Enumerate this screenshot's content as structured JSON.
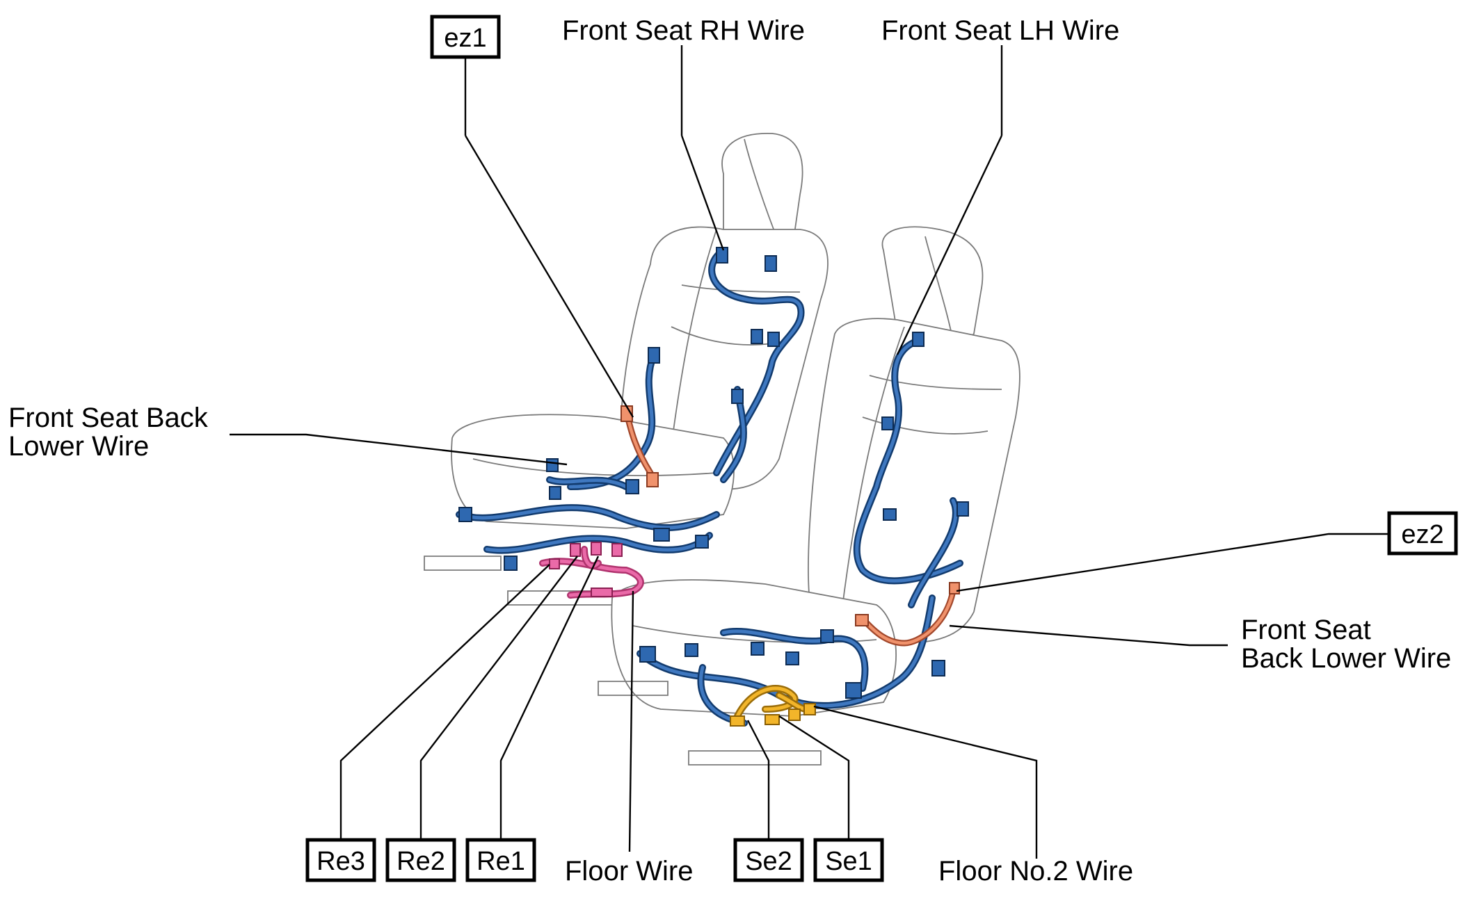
{
  "labels": {
    "front_seat_rh_wire": "Front Seat RH Wire",
    "front_seat_lh_wire": "Front Seat LH Wire",
    "front_seat_back_lower_wire_left": [
      "Front Seat Back",
      "Lower Wire"
    ],
    "front_seat_back_lower_wire_right": [
      "Front Seat",
      "Back Lower Wire"
    ],
    "floor_wire": "Floor Wire",
    "floor_no2_wire": "Floor No.2 Wire"
  },
  "connectors": {
    "ez1": "ez1",
    "ez2": "ez2",
    "re1": "Re1",
    "re2": "Re2",
    "re3": "Re3",
    "se1": "Se1",
    "se2": "Se2"
  },
  "colors": {
    "wire_harness": "#2e68b0",
    "floor_wire": "#ea6aa8",
    "seat_back_lower_wire": "#f0926c",
    "floor_no2_wire": "#f2b52a",
    "seat_outline": "#7a7a7a"
  }
}
